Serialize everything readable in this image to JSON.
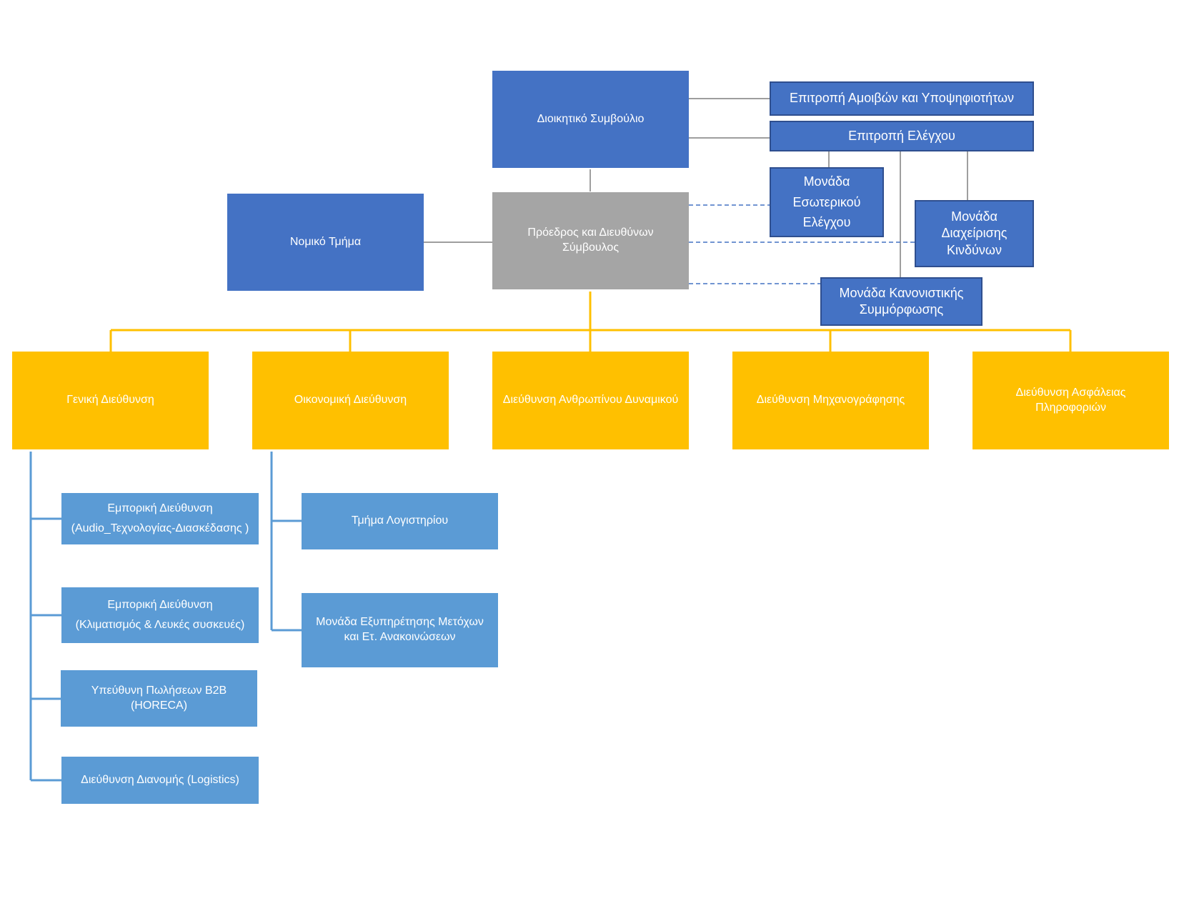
{
  "board": {
    "label": "Διοικητικό Συμβούλιο"
  },
  "remuneration_committee": {
    "label": "Επιτροπή Αμοιβών και Υποψηφιοτήτων"
  },
  "audit_committee": {
    "label": "Επιτροπή Ελέγχου"
  },
  "internal_audit_unit": {
    "label": "Μονάδα\nΕσωτερικού\nΕλέγχου"
  },
  "risk_management_unit": {
    "label": "Μονάδα\nΔιαχείρισης\nΚινδύνων"
  },
  "compliance_unit": {
    "label": "Μονάδα Κανονιστικής\nΣυμμόρφωσης"
  },
  "ceo": {
    "label": "Πρόεδρος και Διευθύνων\nΣύμβουλος"
  },
  "legal": {
    "label": "Νομικό Τμήμα"
  },
  "directorates": [
    {
      "label": "Γενική Διεύθυνση"
    },
    {
      "label": "Οικονομική Διεύθυνση"
    },
    {
      "label": "Διεύθυνση Ανθρωπίνου Δυναμικού"
    },
    {
      "label": "Διεύθυνση Μηχανογράφησης"
    },
    {
      "label": "Διεύθυνση Ασφάλειας\nΠληροφοριών"
    }
  ],
  "general_subunits": [
    {
      "label": "Εμπορική Διεύθυνση\n(Audio_Τεχνολογίας-Διασκέδασης )"
    },
    {
      "label": "Εμπορική Διεύθυνση\n(Κλιματισμός & Λευκές συσκευές)"
    },
    {
      "label": "Υπεύθυνη Πωλήσεων B2B\n(HORECA)"
    },
    {
      "label": "Διεύθυνση Διανομής (Logistics)"
    }
  ],
  "finance_subunits": [
    {
      "label": "Τμήμα Λογιστηρίου"
    },
    {
      "label": "Μονάδα Εξυπηρέτησης Μετόχων\nκαι Ετ. Ανακοινώσεων"
    }
  ],
  "colors": {
    "primary_blue": "#4472c4",
    "gray": "#a5a5a5",
    "gold": "#ffc000",
    "light_blue": "#5b9bd5",
    "connector_gray": "#7f7f7f",
    "connector_dashed": "#4472c4"
  }
}
